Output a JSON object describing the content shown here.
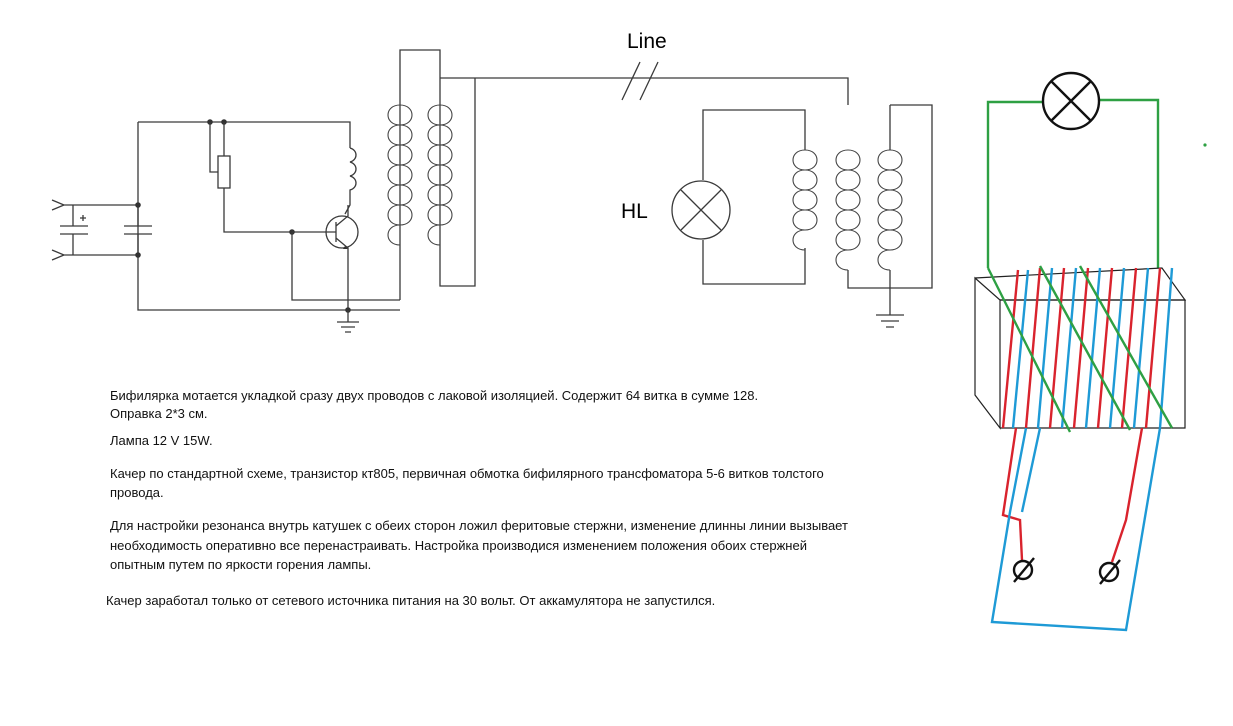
{
  "labels": {
    "line": "Line",
    "lamp": "HL"
  },
  "notes": {
    "p1a": "Бифилярка мотается укладкой сразу двух проводов с лаковой изоляцией. Содержит 64 витка в сумме 128.",
    "p1b": "Оправка 2*3 см.",
    "p2": "Лампа 12 V 15W.",
    "p3a": "Качер по стандартной схеме, транзистор кт805, первичная обмотка бифилярного трансфоматора 5-6 витков толстого",
    "p3b": "провода.",
    "p4a": "Для настройки резонанса внутрь катушек с обеих сторон ложил феритовые стержни, изменение длинны линии вызывает",
    "p4b": "необходимость оперативно все перенастраивать. Настройка производися изменением положения обоих стержней",
    "p4c": "опытным путем по яркости горения лампы.",
    "p5": "Качер заработал только от сетевого источника питания на 30 вольт. От аккамулятора не запустился."
  },
  "colors": {
    "wire": "#3a3a3a",
    "green_wire": "#2ea043",
    "red_wire": "#d9232d",
    "blue_wire": "#1e9ad6"
  }
}
